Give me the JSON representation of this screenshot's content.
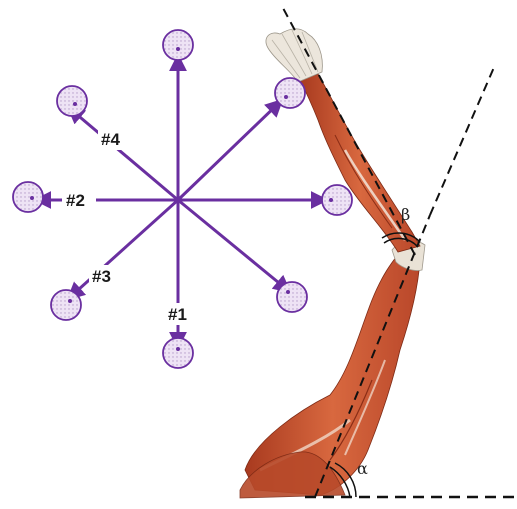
{
  "diagram": {
    "target_labels": {
      "t1": "#1",
      "t2": "#2",
      "t3": "#3",
      "t4": "#4"
    },
    "angle_labels": {
      "alpha": "α",
      "beta": "β"
    },
    "colors": {
      "reach_lines": "#6a2fa0",
      "target_fill": "#e9ddf3",
      "muscle": "#c8532f",
      "tendon": "#e8e4dc",
      "dashed_lines": "#111111"
    }
  }
}
